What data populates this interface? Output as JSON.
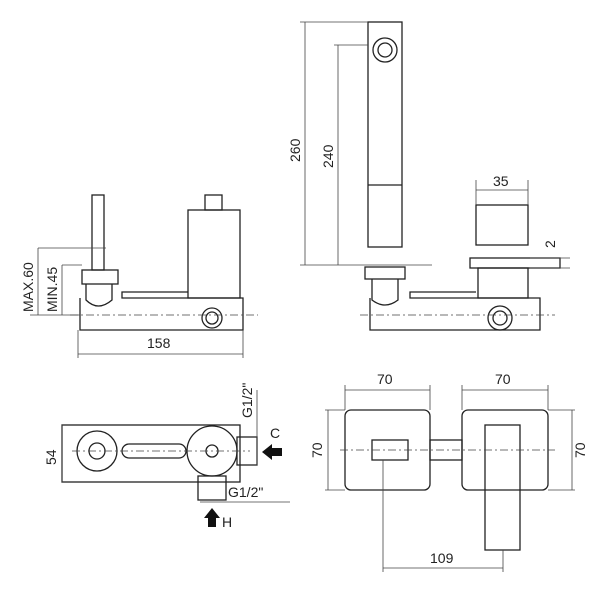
{
  "dimensions": {
    "side_max": "MAX.60",
    "side_min": "MIN.45",
    "side_width": "158",
    "spout_height_total": "260",
    "spout_height": "240",
    "handle_width": "35",
    "plate_thickness": "2",
    "plan_depth": "54",
    "plate_left_width": "70",
    "plate_right_width": "70",
    "plate_left_height": "70",
    "plate_right_height": "70",
    "spout_distance": "109"
  },
  "connections": {
    "cold_thread": "G1/2\"",
    "hot_thread": "G1/2\"",
    "cold_label": "C",
    "hot_label": "H"
  }
}
